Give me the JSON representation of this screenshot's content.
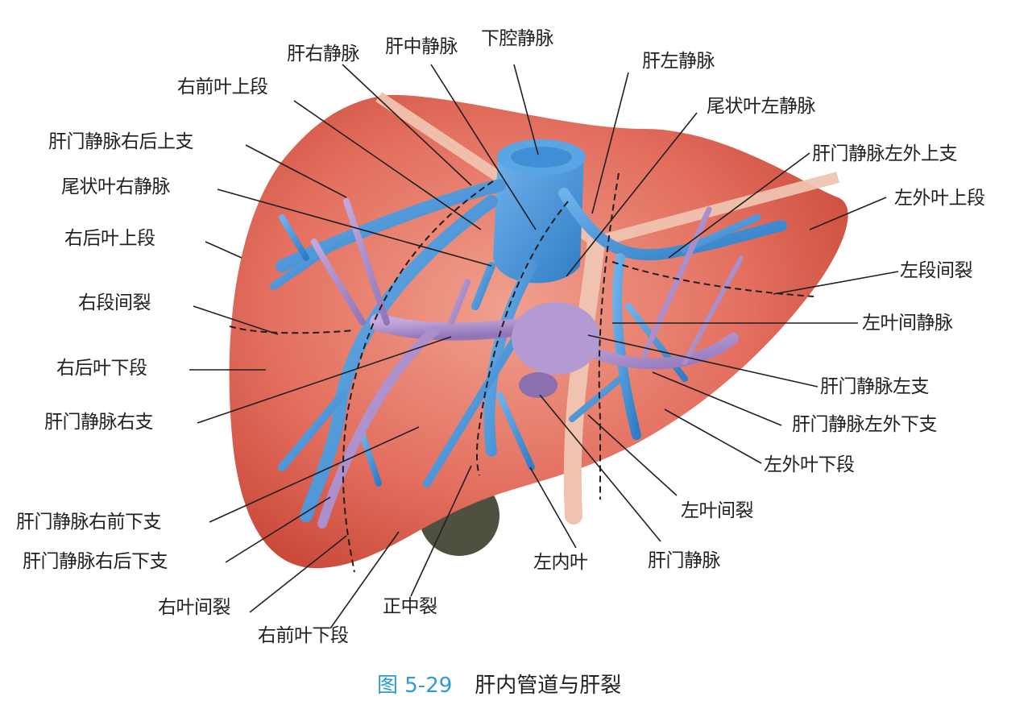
{
  "figure": {
    "number": "图 5-29",
    "title": "肝内管道与肝裂"
  },
  "colors": {
    "liver": "#d9574a",
    "liver_light": "#ec8f80",
    "hepatic_vein": "#3f8fd6",
    "portal_vein": "#a98bc8",
    "ligament": "#efc3b0",
    "gallbladder": "#4a4a3c",
    "caption_accent": "#2f9ad8"
  },
  "labels": {
    "top": [
      {
        "id": "right-hepatic-vein",
        "text": "肝右静脉"
      },
      {
        "id": "middle-hepatic-vein",
        "text": "肝中静脉"
      },
      {
        "id": "inferior-vena-cava",
        "text": "下腔静脉"
      },
      {
        "id": "left-hepatic-vein",
        "text": "肝左静脉"
      },
      {
        "id": "caudate-left-vein",
        "text": "尾状叶左静脉"
      }
    ],
    "left": [
      {
        "id": "right-anterior-superior-segment",
        "text": "右前叶上段"
      },
      {
        "id": "portal-right-posterior-superior-branch",
        "text": "肝门静脉右后上支"
      },
      {
        "id": "caudate-right-vein",
        "text": "尾状叶右静脉"
      },
      {
        "id": "right-posterior-superior-segment",
        "text": "右后叶上段"
      },
      {
        "id": "right-intersegmental-fissure",
        "text": "右段间裂"
      },
      {
        "id": "right-posterior-inferior-segment",
        "text": "右后叶下段"
      },
      {
        "id": "portal-right-branch",
        "text": "肝门静脉右支"
      },
      {
        "id": "portal-right-anterior-inferior-branch",
        "text": "肝门静脉右前下支"
      },
      {
        "id": "portal-right-posterior-inferior-branch",
        "text": "肝门静脉右后下支"
      },
      {
        "id": "right-interlobar-fissure",
        "text": "右叶间裂"
      },
      {
        "id": "right-anterior-inferior-segment",
        "text": "右前叶下段"
      }
    ],
    "bottom": [
      {
        "id": "median-fissure",
        "text": "正中裂"
      },
      {
        "id": "left-medial-lobe",
        "text": "左内叶"
      },
      {
        "id": "portal-vein",
        "text": "肝门静脉"
      }
    ],
    "right": [
      {
        "id": "portal-left-lateral-superior-branch",
        "text": "肝门静脉左外上支"
      },
      {
        "id": "left-lateral-superior-segment",
        "text": "左外叶上段"
      },
      {
        "id": "left-intersegmental-fissure",
        "text": "左段间裂"
      },
      {
        "id": "left-interlobar-vein",
        "text": "左叶间静脉"
      },
      {
        "id": "portal-left-branch",
        "text": "肝门静脉左支"
      },
      {
        "id": "portal-left-lateral-inferior-branch",
        "text": "肝门静脉左外下支"
      },
      {
        "id": "left-lateral-inferior-segment",
        "text": "左外叶下段"
      },
      {
        "id": "left-interlobar-fissure",
        "text": "左叶间裂"
      }
    ]
  }
}
